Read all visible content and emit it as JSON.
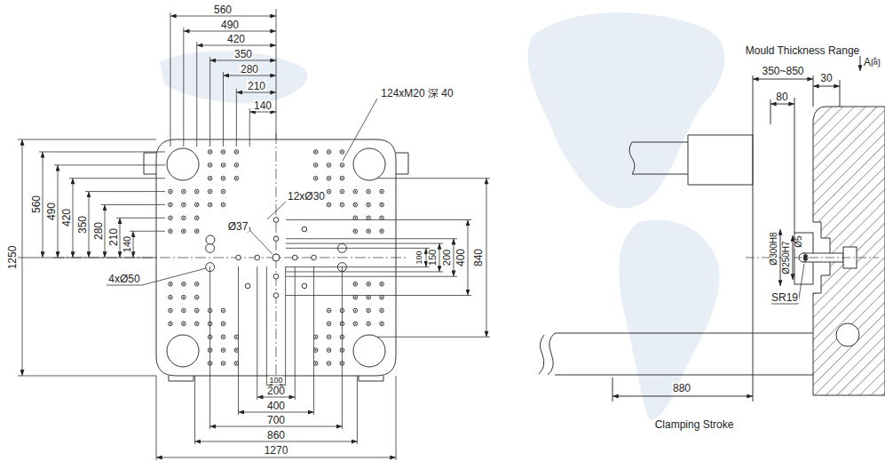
{
  "diagram": {
    "labels": [
      "560",
      "490",
      "420",
      "350",
      "280",
      "210",
      "140",
      "124xM20 深 40",
      "12xØ30",
      "Ø37",
      "4xØ50",
      "560",
      "490",
      "420",
      "350",
      "280",
      "210",
      "140",
      "1250",
      "100",
      "150",
      "200",
      "400",
      "840",
      "100",
      "200",
      "400",
      "700",
      "860",
      "1270",
      "Mould Thickness Range",
      "350~850",
      "A向",
      "30",
      "80",
      "Ø300H8",
      "Ø250H7",
      "Ø5",
      "SR19",
      "880",
      "Clamping Stroke"
    ]
  }
}
